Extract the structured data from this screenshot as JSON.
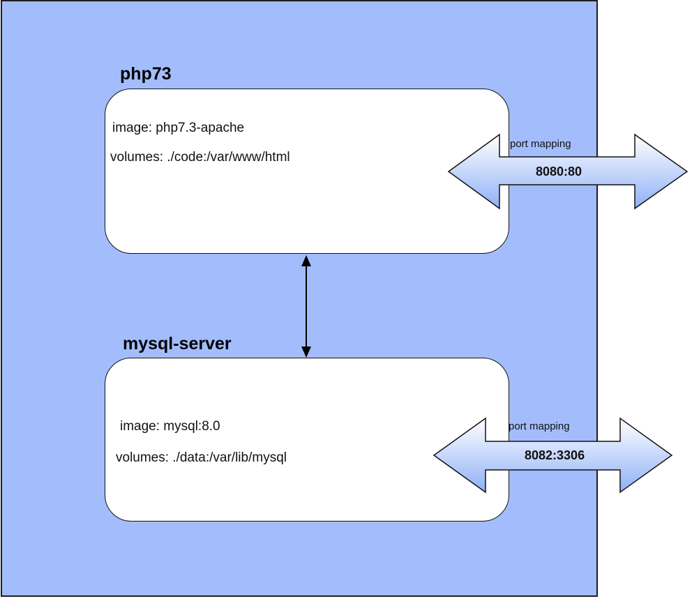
{
  "colors": {
    "host_background": "#a3bdfc",
    "container_background": "#ffffff",
    "arrow_gradient_start": "#ffffff",
    "arrow_gradient_end": "#8fb0f6"
  },
  "containers": [
    {
      "name": "php73",
      "image": "image: php7.3-apache",
      "volumes": "volumes: ./code:/var/www/html",
      "port_caption": "port mapping",
      "port_mapping": "8080:80"
    },
    {
      "name": "mysql-server",
      "image": "image: mysql:8.0",
      "volumes": "volumes: ./data:/var/lib/mysql",
      "port_caption": "port mapping",
      "port_mapping": "8082:3306"
    }
  ]
}
